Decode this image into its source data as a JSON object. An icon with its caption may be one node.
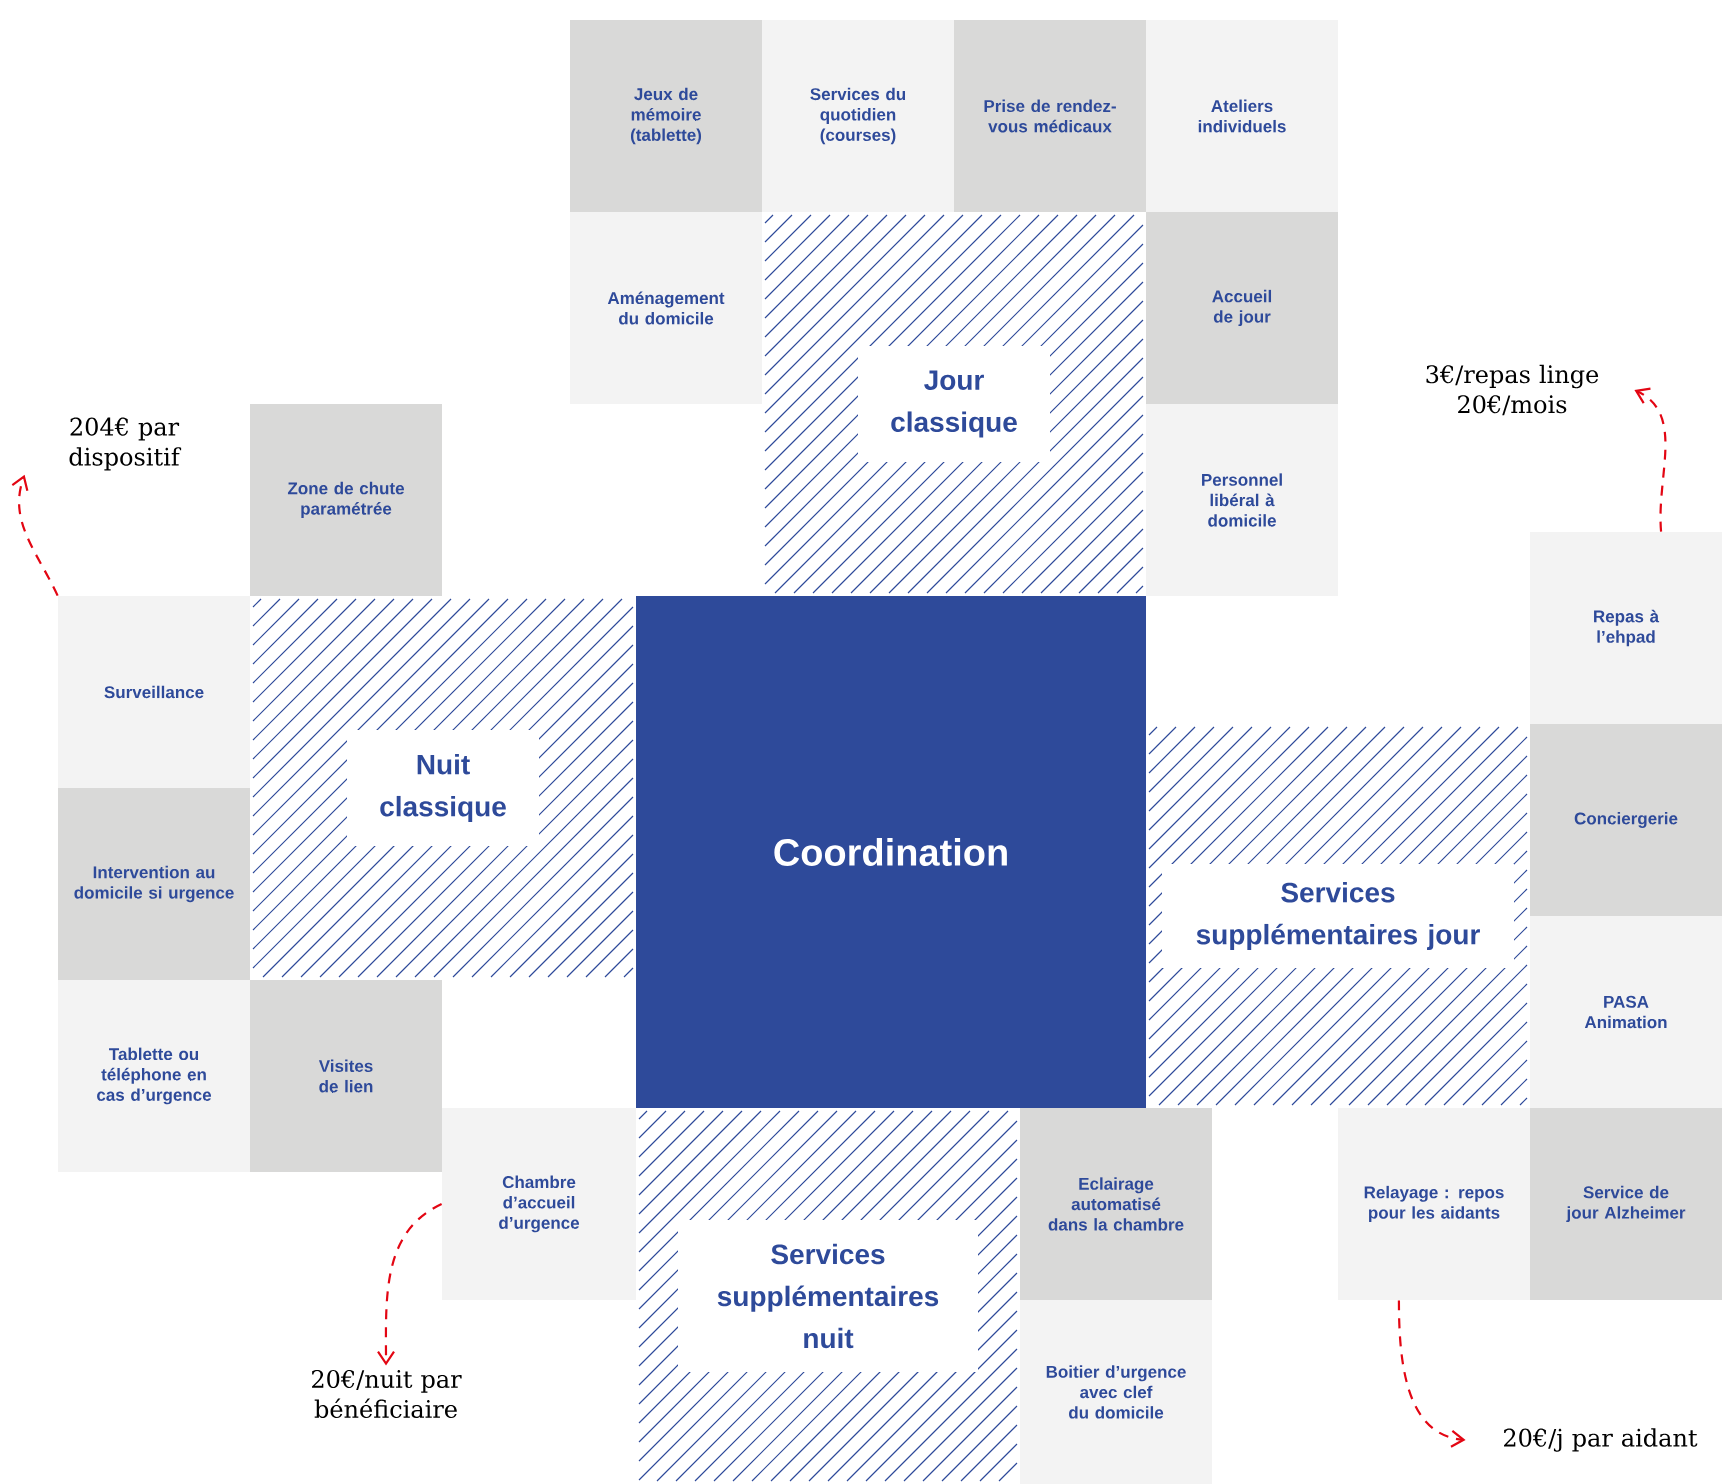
{
  "diagram": {
    "nodes": [
      {
        "text": [
          "Jeux de mémoire (tablette)"
        ]
      },
      {
        "text": [
          "Services du quotidien (courses)"
        ]
      },
      {
        "text": [
          "Prise de rendez-vous médicaux"
        ]
      },
      {
        "text": [
          "Ateliers individuels"
        ]
      },
      {
        "text": [
          "Aménagement du domicile"
        ]
      },
      {
        "text": [
          "Jour classique"
        ]
      },
      {
        "text": [
          "Accueil de jour"
        ]
      },
      {
        "text": [
          "Personnel libéral à domicile"
        ]
      },
      {
        "text": [
          "204€ par dispositif"
        ]
      },
      {
        "text": [
          "Zone de chute paramétrée"
        ]
      },
      {
        "text": [
          "3€/repas linge 20€/mois"
        ]
      },
      {
        "text": [
          "Repas à l’ehpad"
        ]
      },
      {
        "text": [
          "Surveillance"
        ]
      },
      {
        "text": [
          "Nuit classique"
        ]
      },
      {
        "text": [
          "Coordination"
        ]
      },
      {
        "text": [
          "Services supplémentaires jour"
        ]
      },
      {
        "text": [
          "Conciergerie"
        ]
      },
      {
        "text": [
          "Intervention au domicile si urgence"
        ]
      },
      {
        "text": [
          "PASA Animation"
        ]
      },
      {
        "text": [
          "Tablette ou téléphone en cas d’urgence"
        ]
      },
      {
        "text": [
          "Visites de lien"
        ]
      },
      {
        "text": [
          "Chambre d’accueil d’urgence"
        ]
      },
      {
        "text": [
          "Services supplémentaires nuit"
        ]
      },
      {
        "text": [
          "Eclairage automatisé dans la chambre"
        ]
      },
      {
        "text": [
          "Relayage : repos pour les aidants"
        ]
      },
      {
        "text": [
          "Service de jour Alzheimer"
        ]
      },
      {
        "text": [
          "20€/nuit par bénéficiaire"
        ]
      },
      {
        "text": [
          "Boitier d’urgence avec clef du domicile"
        ]
      },
      {
        "text": [
          "20€/j par aidant"
        ]
      }
    ],
    "edges": [
      {
        "from": 12,
        "to": 8,
        "arrow": "to",
        "style": "dashed",
        "color": "#e30613"
      },
      {
        "from": 11,
        "to": 10,
        "arrow": "to",
        "style": "dashed",
        "color": "#e30613"
      },
      {
        "from": 21,
        "to": 26,
        "arrow": "to",
        "style": "dashed",
        "color": "#e30613"
      },
      {
        "from": 24,
        "to": 28,
        "arrow": "to",
        "style": "dashed",
        "color": "#e30613"
      }
    ]
  }
}
